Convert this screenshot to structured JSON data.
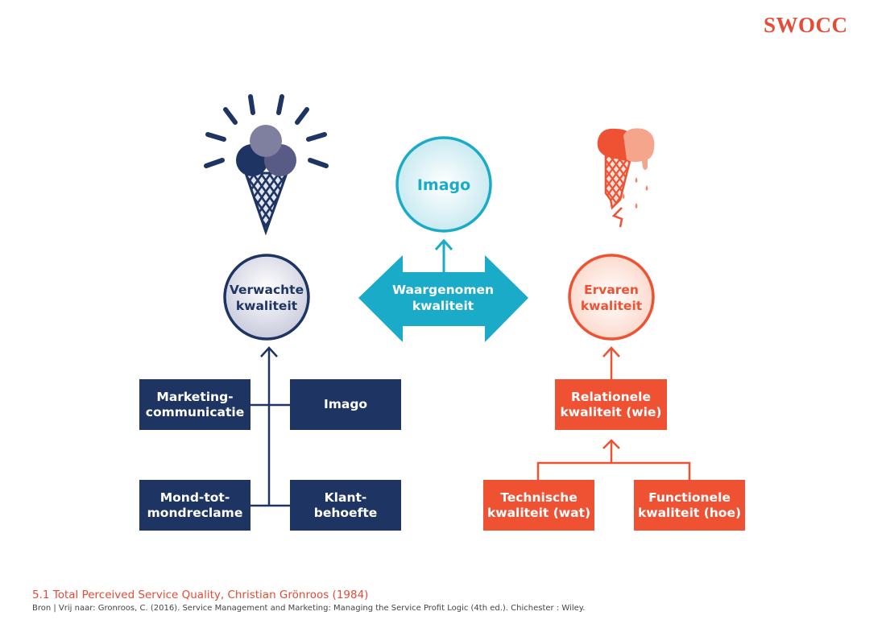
{
  "brand": {
    "logo_text": "SWOCC",
    "accent": "#e64b35"
  },
  "colors": {
    "navy": "#1e3563",
    "teal": "#1aabc8",
    "red": "#ef5133",
    "scoop_light": "#7f7f9f",
    "scoop_mid": "#585b86"
  },
  "diagram": {
    "expected": {
      "label": "Verwachte kwaliteit",
      "line1": "Verwachte",
      "line2": "kwaliteit",
      "icon": "happy-ice-cream-icon",
      "inputs": [
        {
          "line1": "Marketing-",
          "line2": "communicatie"
        },
        {
          "line1": "Imago",
          "line2": ""
        },
        {
          "line1": "Mond-tot-",
          "line2": "mondreclame"
        },
        {
          "line1": "Klant-",
          "line2": "behoefte"
        }
      ]
    },
    "perceived": {
      "line1": "Waargenomen",
      "line2": "kwaliteit",
      "image": {
        "label": "Imago"
      }
    },
    "experienced": {
      "line1": "Ervaren",
      "line2": "kwaliteit",
      "icon": "melting-ice-cream-icon",
      "relational": {
        "line1": "Relationele",
        "line2": "kwaliteit (wie)"
      },
      "technical": {
        "line1": "Technische",
        "line2": "kwaliteit (wat)"
      },
      "functional": {
        "line1": "Functionele",
        "line2": "kwaliteit (hoe)"
      }
    }
  },
  "footer": {
    "caption": "5.1 Total Perceived Service Quality, Christian Grönroos (1984)",
    "source": "Bron | Vrij naar: Gronroos, C. (2016). Service Management and Marketing: Managing the Service Profit Logic (4th ed.). Chichester : Wiley."
  }
}
